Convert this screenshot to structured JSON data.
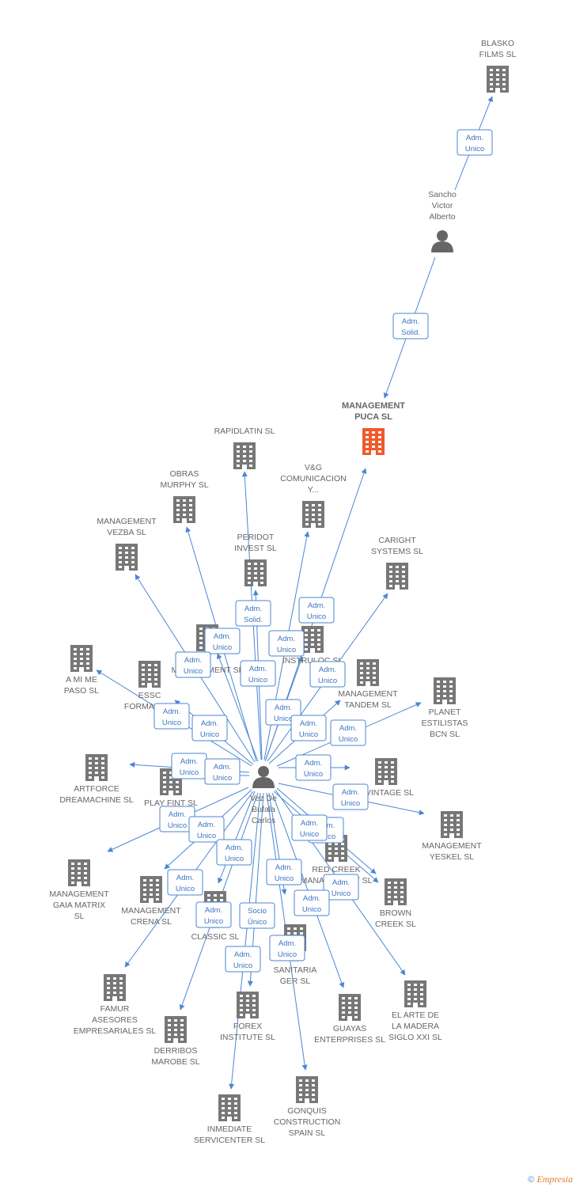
{
  "colors": {
    "edge": "#4a86d4",
    "building": "#777777",
    "highlight": "#f05a2a",
    "person": "#666666"
  },
  "footer": {
    "copyright": "©",
    "brand": "Empresia"
  },
  "nodes": [
    {
      "id": "blasko",
      "type": "company",
      "lines": [
        "BLASKO",
        "FILMS SL"
      ]
    },
    {
      "id": "sancho",
      "type": "person",
      "lines": [
        "Sancho",
        "Victor",
        "Alberto"
      ]
    },
    {
      "id": "puca",
      "type": "company",
      "highlight": true,
      "lines": [
        "MANAGEMENT",
        "PUCA SL"
      ]
    },
    {
      "id": "rapidlatin",
      "type": "company",
      "lines": [
        "RAPIDLATIN SL"
      ]
    },
    {
      "id": "obras",
      "type": "company",
      "lines": [
        "OBRAS",
        "MURPHY SL"
      ]
    },
    {
      "id": "vg",
      "type": "company",
      "lines": [
        "V&G",
        "COMUNICACION",
        "Y..."
      ]
    },
    {
      "id": "vezba",
      "type": "company",
      "lines": [
        "MANAGEMENT",
        "VEZBA SL"
      ]
    },
    {
      "id": "peridot",
      "type": "company",
      "lines": [
        "PERIDOT",
        "INVEST SL"
      ]
    },
    {
      "id": "caright",
      "type": "company",
      "lines": [
        "CARIGHT",
        "SYSTEMS SL"
      ]
    },
    {
      "id": "amime",
      "type": "company",
      "lines": [
        "A MI ME",
        "PASO SL"
      ]
    },
    {
      "id": "hidden1",
      "type": "company",
      "lines": [
        "...",
        "MANAGEMENT SL"
      ]
    },
    {
      "id": "instruloc",
      "type": "company",
      "lines": [
        "INSTRULOC SL"
      ]
    },
    {
      "id": "essc",
      "type": "company",
      "lines": [
        "ESSC",
        "FORMACION"
      ]
    },
    {
      "id": "tandem",
      "type": "company",
      "lines": [
        "MANAGEMENT",
        "TANDEM SL"
      ]
    },
    {
      "id": "planet",
      "type": "company",
      "lines": [
        "PLANET",
        "ESTILISTAS",
        "BCN SL"
      ]
    },
    {
      "id": "artforce",
      "type": "company",
      "lines": [
        "ARTFORCE",
        "DREAMACHINE SL"
      ]
    },
    {
      "id": "playfint",
      "type": "company",
      "lines": [
        "PLAY FINT SL"
      ]
    },
    {
      "id": "vintage",
      "type": "company",
      "lines": [
        "...VINTAGE SL"
      ]
    },
    {
      "id": "carlos",
      "type": "person",
      "lines": [
        "Vez De",
        "Bufala",
        "Carlos"
      ]
    },
    {
      "id": "yeskel",
      "type": "company",
      "lines": [
        "MANAGEMENT",
        "YESKEL SL"
      ]
    },
    {
      "id": "redcreek",
      "type": "company",
      "lines": [
        "RED CREEK",
        "MANAGEMENT SL"
      ]
    },
    {
      "id": "gaia",
      "type": "company",
      "lines": [
        "MANAGEMENT",
        "GAIA MATRIX",
        "SL"
      ]
    },
    {
      "id": "crena",
      "type": "company",
      "lines": [
        "MANAGEMENT",
        "CRENA SL"
      ]
    },
    {
      "id": "classic",
      "type": "company",
      "lines": [
        "...",
        "CLASSIC SL"
      ]
    },
    {
      "id": "brown",
      "type": "company",
      "lines": [
        "BROWN",
        "CREEK SL"
      ]
    },
    {
      "id": "sanitaria",
      "type": "company",
      "lines": [
        "...",
        "SANITARIA",
        "GER SL"
      ]
    },
    {
      "id": "famur",
      "type": "company",
      "lines": [
        "FAMUR",
        "ASESORES",
        "EMPRESARIALES SL"
      ]
    },
    {
      "id": "elarte",
      "type": "company",
      "lines": [
        "EL ARTE DE",
        "LA MADERA",
        "SIGLO XXI SL"
      ]
    },
    {
      "id": "forex",
      "type": "company",
      "lines": [
        "FOREX",
        "INSTITUTE SL"
      ]
    },
    {
      "id": "guayas",
      "type": "company",
      "lines": [
        "GUAYAS",
        "ENTERPRISES SL"
      ]
    },
    {
      "id": "derribos",
      "type": "company",
      "lines": [
        "DERRIBOS",
        "MAROBE SL"
      ]
    },
    {
      "id": "gonquis",
      "type": "company",
      "lines": [
        "GONQUIS",
        "CONSTRUCTION",
        "SPAIN  SL"
      ]
    },
    {
      "id": "inmediate",
      "type": "company",
      "lines": [
        "INMEDIATE",
        "SERVICENTER SL"
      ]
    }
  ],
  "edges": [
    {
      "from": "sancho",
      "to": "blasko",
      "lines": [
        "Adm.",
        "Unico"
      ]
    },
    {
      "from": "sancho",
      "to": "puca",
      "lines": [
        "Adm.",
        "Solid."
      ]
    },
    {
      "from": "carlos",
      "to": "rapidlatin",
      "lines": [
        "Adm.",
        "Unico"
      ]
    },
    {
      "from": "carlos",
      "to": "obras",
      "lines": [
        "Adm.",
        "Unico"
      ]
    },
    {
      "from": "carlos",
      "to": "vezba",
      "lines": [
        "Adm.",
        "Unico"
      ]
    },
    {
      "from": "carlos",
      "to": "peridot",
      "lines": [
        "Adm.",
        "Solid."
      ]
    },
    {
      "from": "carlos",
      "to": "vg",
      "lines": [
        "Adm.",
        "Unico"
      ]
    },
    {
      "from": "carlos",
      "to": "puca",
      "lines": [
        "Adm.",
        "Unico"
      ]
    },
    {
      "from": "carlos",
      "to": "caright",
      "lines": [
        "Adm.",
        "Unico"
      ]
    },
    {
      "from": "carlos",
      "to": "hidden1",
      "lines": [
        "Adm.",
        "Unico"
      ]
    },
    {
      "from": "carlos",
      "to": "amime",
      "lines": [
        "Adm.",
        "Unico"
      ]
    },
    {
      "from": "carlos",
      "to": "essc",
      "lines": [
        "Adm.",
        "Unico"
      ]
    },
    {
      "from": "carlos",
      "to": "instruloc",
      "lines": [
        "Adm.",
        "Unico"
      ]
    },
    {
      "from": "carlos",
      "to": "tandem",
      "lines": [
        "Adm.",
        "Unico"
      ]
    },
    {
      "from": "carlos",
      "to": "planet",
      "lines": [
        "Adm.",
        "Unico"
      ]
    },
    {
      "from": "carlos",
      "to": "artforce",
      "lines": [
        "Adm.",
        "Unico"
      ]
    },
    {
      "from": "carlos",
      "to": "playfint",
      "lines": [
        "Adm.",
        "Unico"
      ]
    },
    {
      "from": "carlos",
      "to": "vintage",
      "lines": [
        "Adm.",
        "Unico"
      ]
    },
    {
      "from": "carlos",
      "to": "yeskel",
      "lines": [
        "Adm.",
        "Unico"
      ]
    },
    {
      "from": "carlos",
      "to": "gaia",
      "lines": [
        "Adm.",
        "Unico"
      ]
    },
    {
      "from": "carlos",
      "to": "redcreek",
      "lines": [
        "Adm.",
        "Unico"
      ]
    },
    {
      "from": "carlos",
      "to": "crena",
      "lines": [
        "Adm.",
        "Unico"
      ]
    },
    {
      "from": "carlos",
      "to": "classic",
      "lines": [
        "Adm.",
        "Unico"
      ]
    },
    {
      "from": "carlos",
      "to": "brown",
      "lines": [
        "Adm.",
        "Unico"
      ]
    },
    {
      "from": "carlos",
      "to": "sanitaria",
      "lines": [
        "Adm.",
        "Unico"
      ]
    },
    {
      "from": "carlos",
      "to": "famur",
      "lines": [
        "Adm.",
        "Unico"
      ]
    },
    {
      "from": "carlos",
      "to": "elarte",
      "lines": [
        "Adm.",
        "Unico"
      ]
    },
    {
      "from": "carlos",
      "to": "forex",
      "lines": [
        "Socio",
        "Único"
      ]
    },
    {
      "from": "carlos",
      "to": "guayas",
      "lines": [
        "Adm.",
        "Unico"
      ]
    },
    {
      "from": "carlos",
      "to": "derribos",
      "lines": [
        "Adm.",
        "Unico"
      ]
    },
    {
      "from": "carlos",
      "to": "gonquis",
      "lines": [
        "Adm.",
        "Unico"
      ]
    },
    {
      "from": "carlos",
      "to": "inmediate",
      "lines": [
        "Adm.",
        "Unico"
      ]
    }
  ]
}
